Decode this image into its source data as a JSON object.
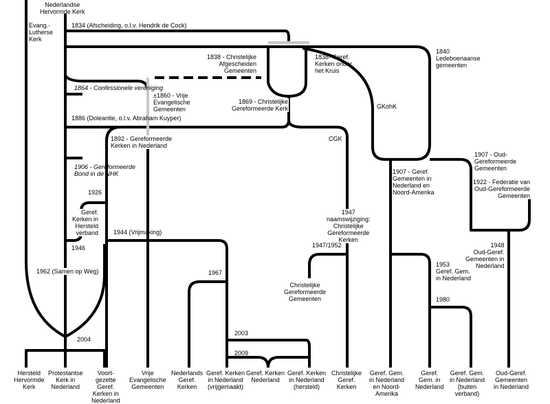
{
  "top": {
    "nhk": "Nederlandse\nHervormde Kerk",
    "evang_lutherse": "Evang.-\nLutherse\nKerk"
  },
  "events": {
    "afscheiding_1834": "1834 (Afscheiding, o.l.v. Hendrik de Cock)",
    "christelijke_afgescheiden_1838": "1838 - Christelijke\nAfgescheiden\nGemeenten",
    "geref_kerken_onder_kruis_1838": "1838- Geref.\nKerken onder\nhet Kruis",
    "ledeboeriaanse_1840": "1840\nLedeboeriaanse\ngemeenten",
    "confessionele_1864": "1864 - Confessionele vereniging",
    "vrije_evangelische_1860": "±1860 - Vrije\nEvangelische\nGemeenten",
    "christelijke_geref_1869": "1869 - Christelijke\nGereformeerde Kerk",
    "gkohk": "GKohK",
    "doleantie_1886": "1886 (Doleantie, o.l.v. Abraham Kuyper)",
    "gereformeerde_kerken_1892": "1892 - Gereformeerde\nKerken in Nederland",
    "cgk": "CGK",
    "oud_gereformeerde_1907": "1907 - Oud-\nGereformeerde\nGemeenten",
    "geref_noord_amerika_1907": "1907 - Geref.\nGemeenten in\nNederland en\nNoord-Amerika",
    "gereformeerde_bond_1906": "1906 - Gereformeerde\nBond in de NHK",
    "federatie_1922": "1922 - Federatie van\nOud-Gereformeerde\nGemeenten",
    "year_1926": "1926",
    "hersteld_verband": "Geref.\nKerken in\nHersteld\nverband",
    "vrijmaking_1944": "1944 (Vrijmaking)",
    "year_1946": "1946",
    "naamswijziging_1947": "1947\nnaamswijziging:\nChristelijke\nGereformeerde\nKerken",
    "year_1947_1952": "1947/1952",
    "oud_geref_1948": "1948\nOud-Geref.\nGemeenten in\nNederland",
    "geref_gem_1953": "1953\nGeref. Gem.\nin Nederland",
    "samen_op_weg_1962": "1962 (Samen op Weg)",
    "year_1967": "1967",
    "christelijke_geref_gemeenten": "Christelijke\nGereformeerde\nGemeenten",
    "year_1980": "1980",
    "year_2003": "2003",
    "year_2009": "2009",
    "year_2004": "2004"
  },
  "bottom": {
    "hersteld_hervormde": "Hersteld\nHervormde\nKerk",
    "protestantse": "Protestantse\nKerk in\nNederland",
    "voortgezette": "Voort-\ngezette\nGeref.\nKerken in\nNederland",
    "vrije_evangelische": "Vrije\nEvangelische\nGemeenten",
    "nederlands_geref": "Nederlands\nGeref.\nKerken",
    "vrijgemaakt": "Geref. Kerken\nin Nederland\n(vrijgemaakt)",
    "geref_kerken_nl": "Geref. Kerken\nNederland",
    "hersteld": "Geref. Kerken\nin Nederland\n(hersteld)",
    "christelijke_geref_kerken": "Christelijke\nGeref.\nKerken",
    "geref_gem_noord_amerika": "Geref. Gem.\nin Nederland\nen Noord-\nAmerika",
    "geref_gem_nl": "Geref.\nGem. in\nNederland",
    "buiten_verband": "Geref. Gem.\nin Nederland\n(buiten\nverband)",
    "oud_geref_gemeenten": "Oud-Geref.\nGemeenten\nin Nederland"
  }
}
